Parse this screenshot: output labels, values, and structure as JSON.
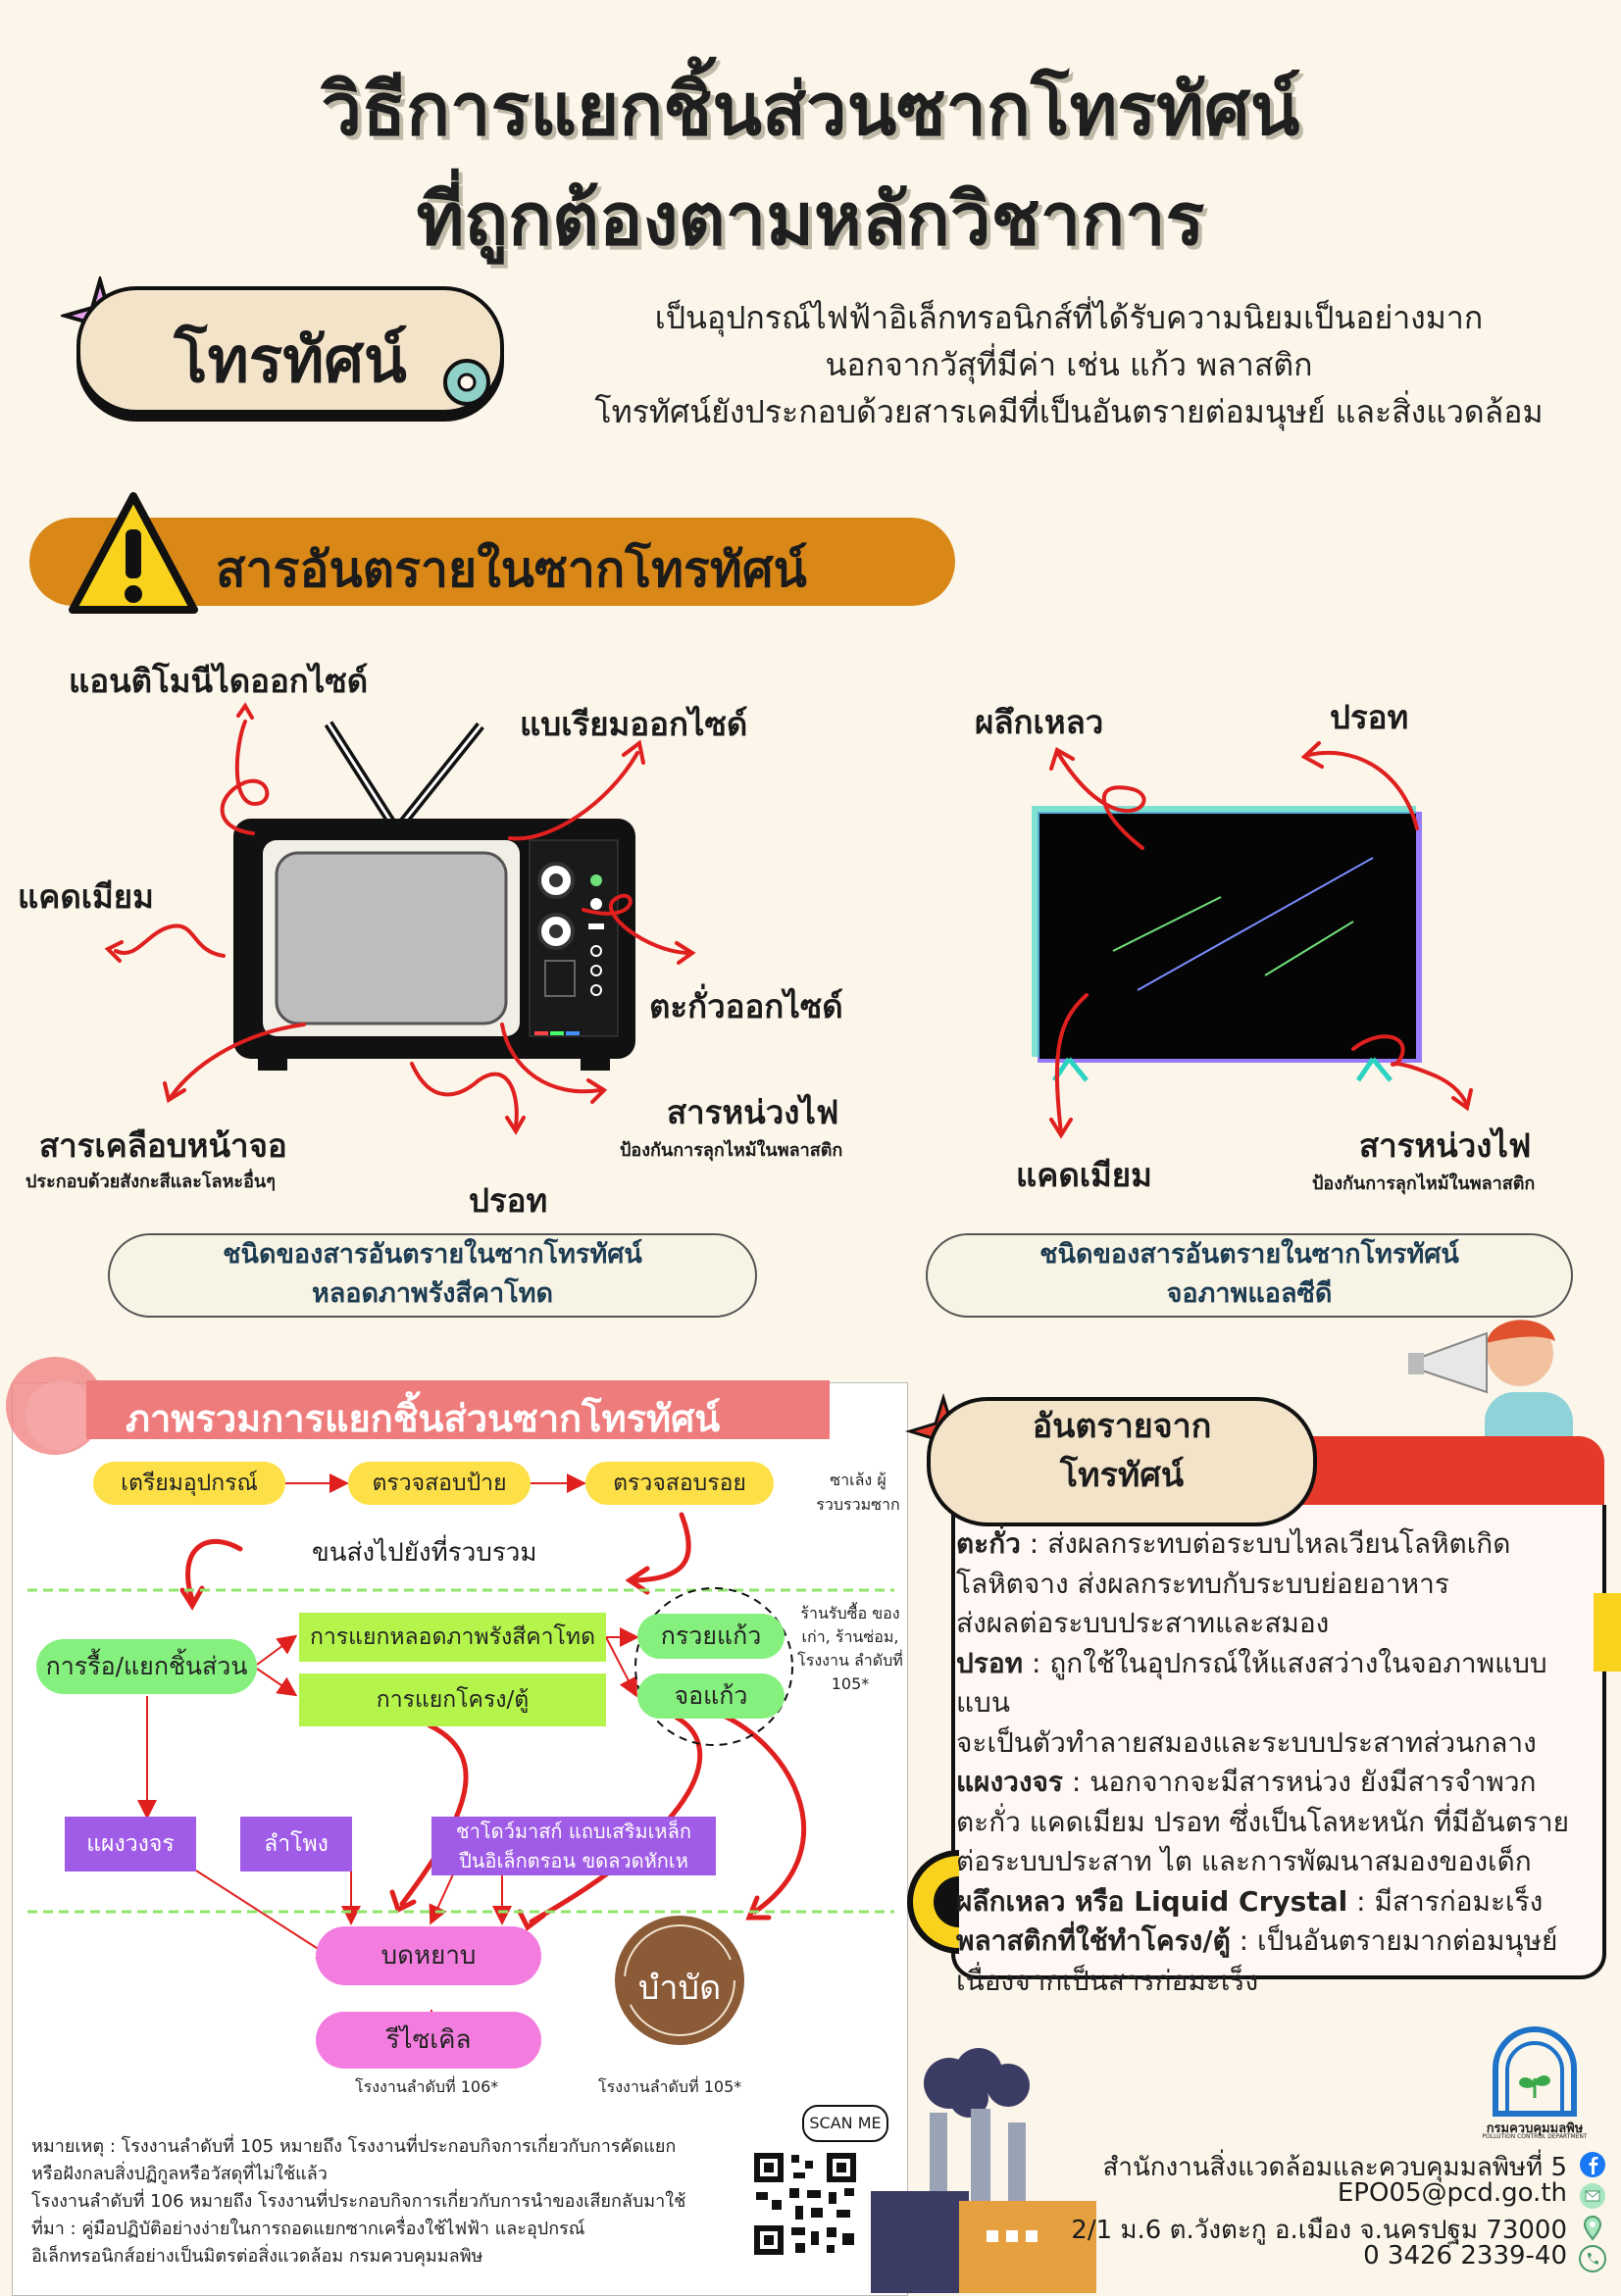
{
  "title": {
    "line1": "วิธีการแยกชิ้นส่วนซากโทรทัศน์",
    "line2": "ที่ถูกต้องตามหลักวิชาการ"
  },
  "intro": {
    "label": "โทรทัศน์",
    "lines": [
      "เป็นอุปกรณ์ไฟฟ้าอิเล็กทรอนิกส์ที่ได้รับความนิยมเป็นอย่างมาก",
      "นอกจากวัสุที่มีค่า เช่น แก้ว พลาสติก",
      "โทรทัศน์ยังประกอบด้วยสารเคมีที่เป็นอันตรายต่อมนุษย์ และสิ่งแวดล้อม"
    ]
  },
  "hazard_banner": "สารอันตรายในซากโทรทัศน์",
  "crt": {
    "antimony": "แอนติโมนีไดออกไซด์",
    "barium": "แบเรียมออกไซด์",
    "cadmium": "แคดเมียม",
    "lead": "ตะกั่วออกไซด์",
    "coating": "สารเคลือบหน้าจอ",
    "coating_sub": "ประกอบด้วยสังกะสีและโลหะอื่นๆ",
    "retardant": "สารหน่วงไฟ",
    "retardant_sub": "ป้องกันการลุกไหม้ในพลาสติก",
    "mercury": "ปรอท",
    "caption1": "ชนิดของสารอันตรายในซากโทรทัศน์",
    "caption2": "หลอดภาพรังสีคาโทด"
  },
  "lcd": {
    "crystal": "ผลึกเหลว",
    "mercury": "ปรอท",
    "cadmium": "แคดเมียม",
    "retardant": "สารหน่วงไฟ",
    "retardant_sub": "ป้องกันการลุกไหม้ในพลาสติก",
    "caption1": "ชนิดของสารอันตรายในซากโทรทัศน์",
    "caption2": "จอภาพแอลซีดี"
  },
  "flow": {
    "title": "ภาพรวมการแยกชิ้นส่วนซากโทรทัศน์",
    "prepare": "เตรียมอุปกรณ์",
    "check_label": "ตรวจสอบป้าย",
    "check_trace": "ตรวจสอบรอย",
    "collector": "ซาเล้ง ผู้รวบรวมซาก",
    "transport": "ขนส่งไปยังที่รวบรวม",
    "dismantle": "การรื้อ/แยกชิ้นส่วน",
    "sep_crt": "การแยกหลอดภาพรังสีคาโทด",
    "sep_frame": "การแยกโครง/ตู้",
    "funnel_glass": "กรวยแก้ว",
    "panel_glass": "จอแก้ว",
    "shops": "ร้านรับซื้อ ของเก่า, ร้านซ่อม, โรงงาน ลำดับที่ 105*",
    "pcb": "แผงวงจร",
    "speaker": "ลำโพง",
    "parts_line1": "ชาโดว์มาสก์ แถบเสริมเหล็ก",
    "parts_line2": "ปืนอิเล็กตรอน ขดลวดหักเห",
    "crush": "บดหยาบ",
    "recycle": "รีไซเคิล",
    "dispose": "บำบัด",
    "factory106": "โรงงานลำดับที่ 106*",
    "factory105": "โรงงานลำดับที่ 105*",
    "scan": "SCAN ME"
  },
  "notes": [
    "หมายเหตุ : โรงงานลำดับที่ 105 หมายถึง โรงงานที่ประกอบกิจการเกี่ยวกับการคัดแยก",
    "หรือฝังกลบสิ่งปฏิกูลหรือวัสดุที่ไม่ใช้แล้ว",
    "โรงงานลำดับที่ 106 หมายถึง โรงงานที่ประกอบกิจการเกี่ยวกับการนำของเสียกลับมาใช้",
    "ที่มา : คู่มือปฏิบัติอย่างง่ายในการถอดแยกซากเครื่องใช้ไฟฟ้า และอุปกรณ์",
    "อิเล็กทรอนิกส์อย่างเป็นมิตรต่อสิ่งแวดล้อม กรมควบคุมมลพิษ"
  ],
  "danger": {
    "title1": "อันตรายจาก",
    "title2": "โทรทัศน์",
    "lines": [
      {
        "b": "ตะกั่ว",
        "t": " : ส่งผลกระทบต่อระบบไหลเวียนโลหิตเกิด"
      },
      {
        "b": "",
        "t": "โลหิตจาง ส่งผลกระทบกับระบบย่อยอาหาร"
      },
      {
        "b": "",
        "t": "ส่งผลต่อระบบประสาทและสมอง"
      },
      {
        "b": "ปรอท",
        "t": " : ถูกใช้ในอุปกรณ์ให้แสงสว่างในจอภาพแบบแบน"
      },
      {
        "b": "",
        "t": "จะเป็นตัวทำลายสมองและระบบประสาทส่วนกลาง"
      },
      {
        "b": "แผงวงจร",
        "t": " : นอกจากจะมีสารหน่วง ยังมีสารจำพวก"
      },
      {
        "b": "",
        "t": "ตะกั่ว แคดเมียม ปรอท ซึ่งเป็นโลหะหนัก ที่มีอันตราย"
      },
      {
        "b": "",
        "t": "ต่อระบบประสาท ไต และการพัฒนาสมองของเด็ก"
      },
      {
        "b": "ผลึกเหลว หรือ Liquid Crystal",
        "t": " : มีสารก่อมะเร็ง"
      },
      {
        "b": "พลาสติกที่ใช้ทำโครง/ตู้",
        "t": " : เป็นอันตรายมากต่อมนุษย์"
      },
      {
        "b": "",
        "t": "เนื่องจากเป็นสารก่อมะเร็ง"
      }
    ]
  },
  "footer": {
    "logo_text": "กรมควบคุมมลพิษ",
    "logo_sub": "POLLUTION CONTROL DEPARTMENT",
    "office": "สำนักงานสิ่งแวดล้อมและควบคุมมลพิษที่ 5",
    "email": "EPO05@pcd.go.th",
    "address": "2/1 ม.6 ต.วังตะกู อ.เมือง จ.นครปฐม 73000",
    "phone": "0 3426 2339-40"
  },
  "colors": {
    "background": "#fbf5ea",
    "banner": "#d98717",
    "flow_title": "#ef7c7c",
    "danger_bar": "#e53a2b",
    "arrow": "#e0201f"
  }
}
